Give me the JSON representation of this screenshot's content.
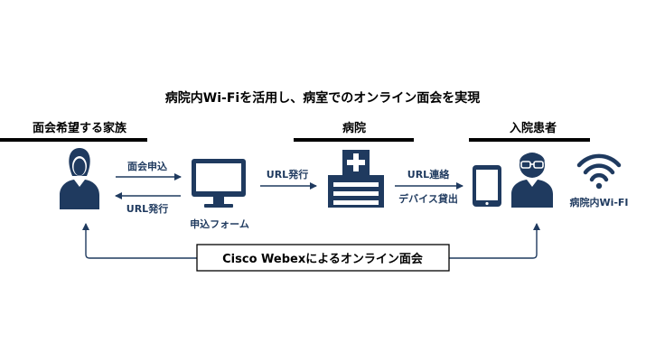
{
  "title": "病院内Wi-Fiを活用し、病室でのオンライン面会を実現",
  "groups": {
    "family": "面会希望する家族",
    "hospital": "病院",
    "patient": "入院患者"
  },
  "arrows": {
    "request": "面会申込",
    "url_issue_to_family": "URL発行",
    "url_issue": "URL発行",
    "url_contact": "URL連絡",
    "device_lending": "デバイス貸出"
  },
  "nodes": {
    "form": "申込フォーム",
    "wifi": "病院内Wi-FI"
  },
  "bottom_box": "Cisco Webexによるオンライン面会",
  "colors": {
    "navy": "#1f3a5f",
    "black": "#000000",
    "white": "#ffffff"
  },
  "icons": [
    "person-icon",
    "monitor-icon",
    "hospital-icon",
    "tablet-icon",
    "patient-with-glasses-icon",
    "wifi-icon"
  ]
}
